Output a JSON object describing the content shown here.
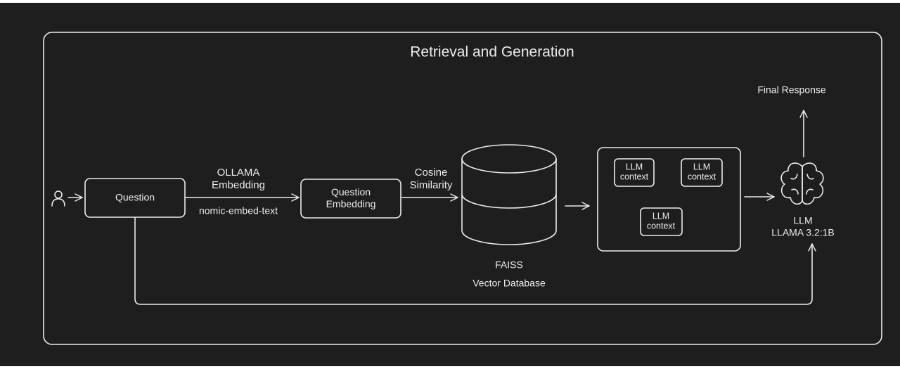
{
  "title": "Retrieval and Generation",
  "nodes": {
    "question": "Question",
    "question_embedding": [
      "Question",
      "Embedding"
    ],
    "vector_db": {
      "name": "FAISS",
      "subtitle": "Vector Database"
    },
    "llm_contexts": [
      [
        "LLM",
        "context"
      ],
      [
        "LLM",
        "context"
      ],
      [
        "LLM",
        "context"
      ]
    ],
    "llm": {
      "name": "LLM",
      "model": "LLAMA 3.2:1B"
    },
    "final_response": "Final Response"
  },
  "edges": {
    "embedding_label": [
      "OLLAMA",
      "Embedding"
    ],
    "embedding_model": "nomic-embed-text",
    "similarity_label": [
      "Cosine",
      "Similarity"
    ]
  },
  "icons": [
    "user-icon",
    "brain-icon"
  ],
  "colors": {
    "background": "#1e1e1e",
    "stroke": "#ececec"
  }
}
